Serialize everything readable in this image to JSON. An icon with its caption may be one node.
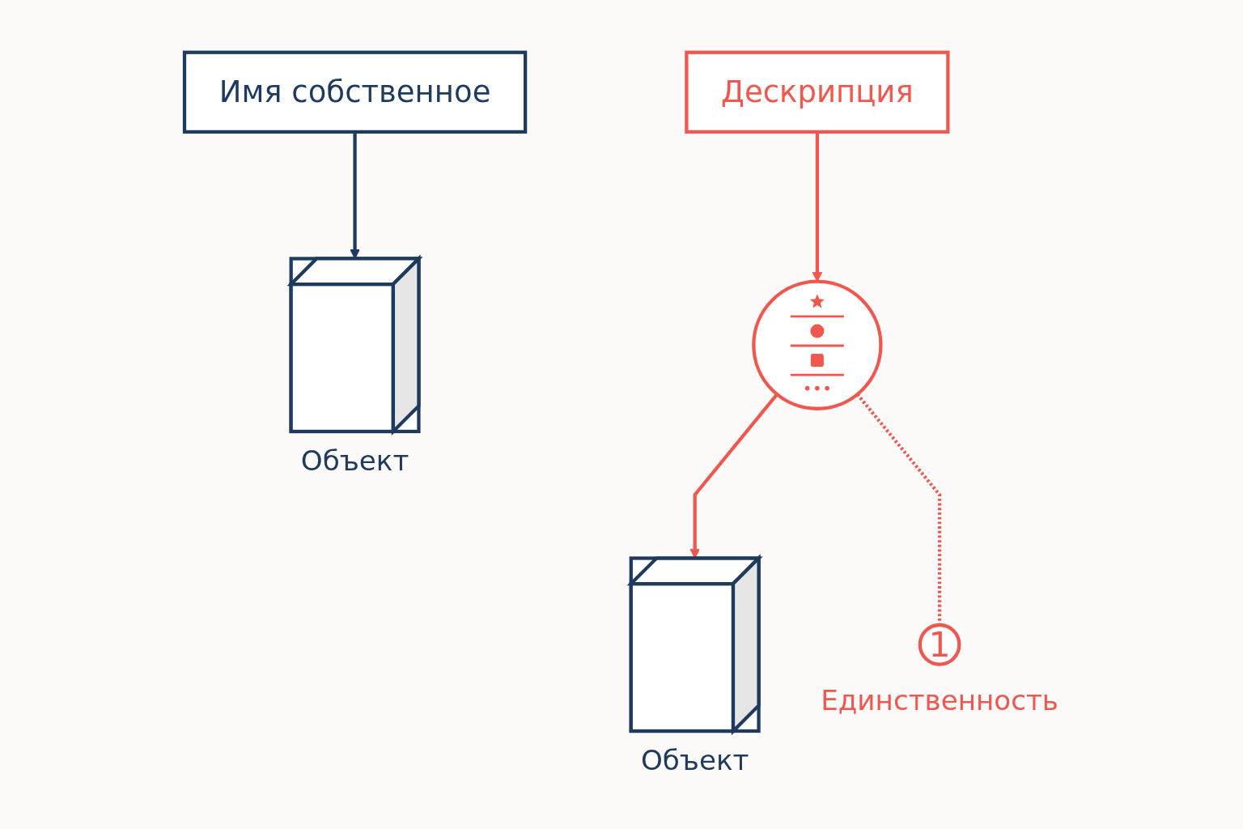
{
  "diagram": {
    "nodes": [
      {
        "text": [
          "Имя собственное"
        ]
      },
      {
        "text": [],
        "shape": "cube",
        "beside": [
          "Объект"
        ]
      },
      {
        "text": [
          "Дескрипция"
        ]
      },
      {
        "text": [],
        "shape": "circle"
      },
      {
        "text": [],
        "shape": "cube",
        "beside": [
          "Объект"
        ]
      },
      {
        "text": [
          "1"
        ],
        "beside": [
          "Единственность"
        ]
      }
    ],
    "edges": [
      {
        "from": 0,
        "to": 1,
        "arrow": "to",
        "color": "#1f3a5f"
      },
      {
        "from": 2,
        "to": 3,
        "arrow": "to"
      },
      {
        "from": 3,
        "to": 4,
        "arrow": "to"
      },
      {
        "from": 3,
        "to": 5,
        "arrow": "none",
        "style": "dashed"
      }
    ]
  }
}
